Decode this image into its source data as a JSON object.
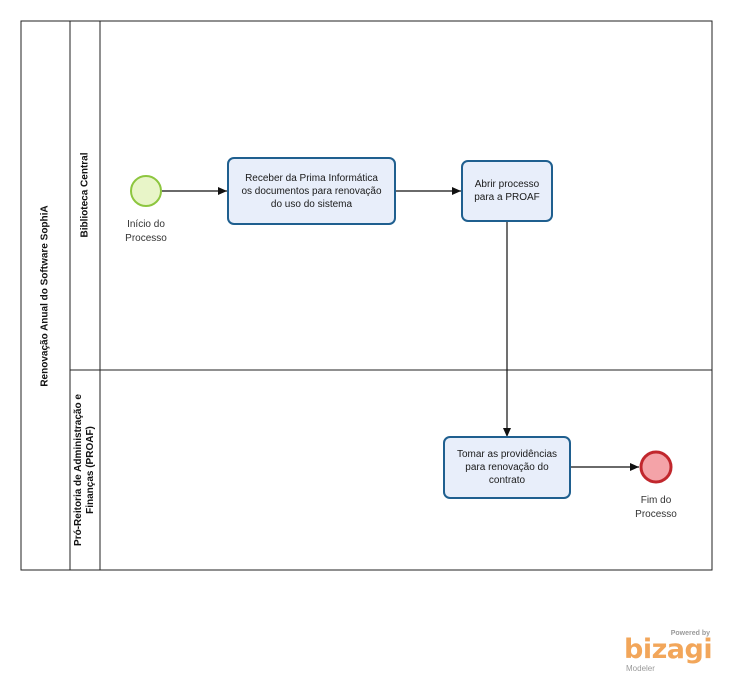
{
  "pool": {
    "label": "Renovação Anual do Software SophiA"
  },
  "lanes": [
    {
      "label": "Biblioteca Central"
    },
    {
      "label": "Pró-Reitoria de Administração e\nFinanças (PROAF)"
    }
  ],
  "events": {
    "start": {
      "label": "Início do\nProcesso",
      "color": "#8dc63f"
    },
    "end": {
      "label": "Fim do\nProcesso",
      "color": "#c1272d"
    }
  },
  "tasks": [
    {
      "label": "Receber da Prima Informática\nos documentos para renovação\ndo uso do sistema"
    },
    {
      "label": "Abrir processo\npara a PROAF"
    },
    {
      "label": "Tomar as providências\npara renovação do\ncontrato"
    }
  ],
  "logo": {
    "powered": "Powered by",
    "brand": "bizagi",
    "product": "Modeler"
  },
  "colors": {
    "task_fill": "#e8eefa",
    "task_stroke": "#1f5f8f"
  }
}
